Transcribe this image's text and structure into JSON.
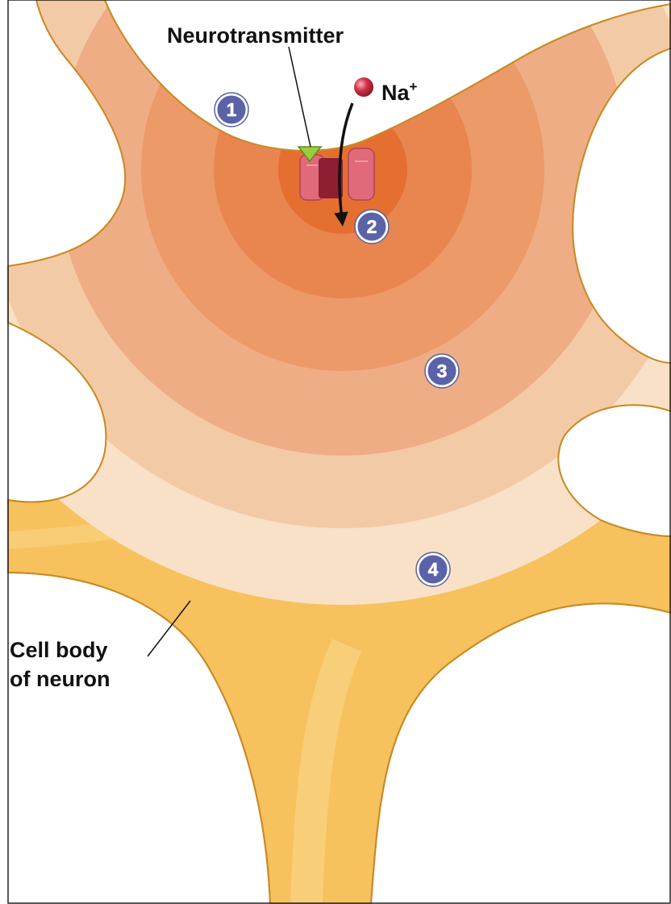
{
  "labels": {
    "neurotransmitter": "Neurotransmitter",
    "ion_base": "Na",
    "ion_charge": "+",
    "cell_body_line1": "Cell body",
    "cell_body_line2": "of neuron"
  },
  "steps": [
    "1",
    "2",
    "3",
    "4"
  ],
  "colors": {
    "cell": "#f7c15d",
    "cell_outline": "#c98a25",
    "ripple_outer": "#f8e1c6",
    "ripple_mid": "#efad85",
    "ripple_inner": "#e98650",
    "ripple_core": "#e46f31",
    "channel": "#e0697a",
    "channel_dark": "#8e1e32",
    "neurotransmitter": "#9ccc3c",
    "ion": "#d4344d",
    "step_badge": "#5a62a8"
  },
  "icons": {
    "ion_channel": "ion-channel-icon",
    "sodium_ion": "sodium-ion-icon",
    "ion_flow_arrow": "arrow-down-icon"
  }
}
